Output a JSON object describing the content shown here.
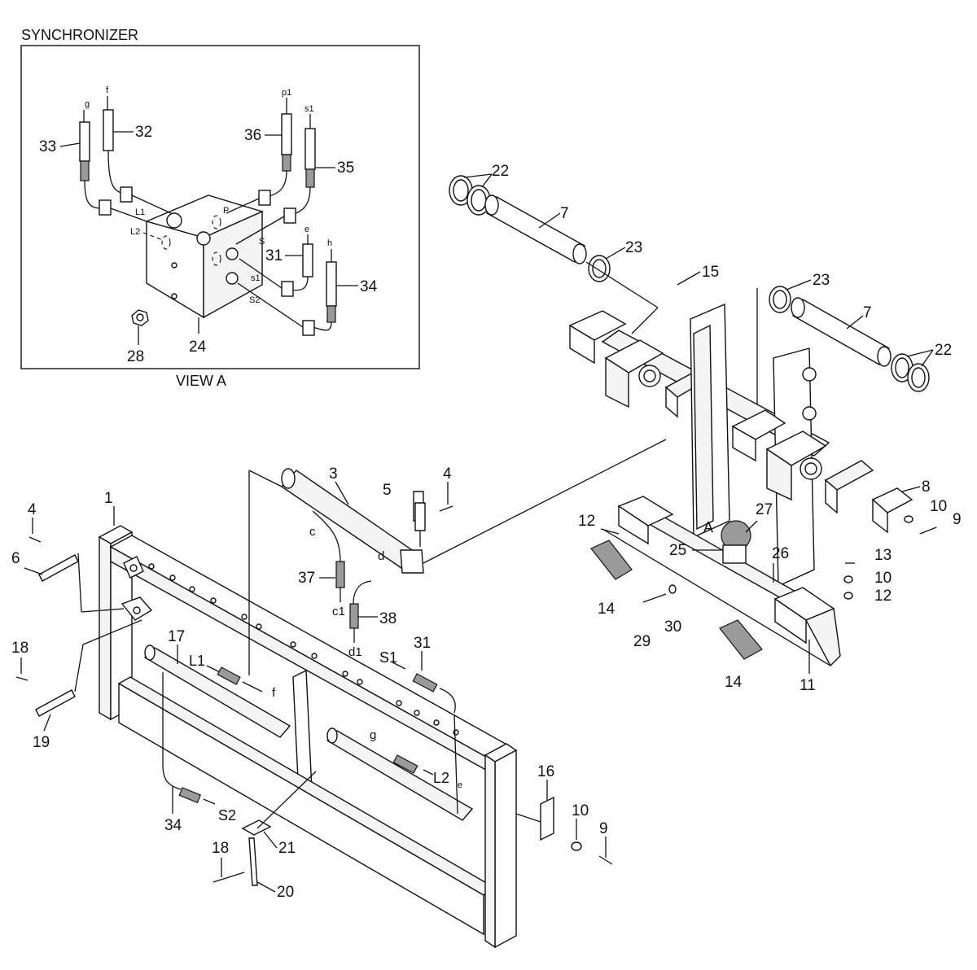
{
  "header": {
    "title": "SYNCHRONIZER"
  },
  "view": {
    "caption": "VIEW A"
  },
  "inset_labels": {
    "items": [
      "33",
      "32",
      "36",
      "35",
      "31",
      "34",
      "24",
      "28"
    ],
    "hose_ends": [
      "g",
      "f",
      "p1",
      "s1",
      "e",
      "h"
    ],
    "ports": [
      "L1",
      "L2",
      "P",
      "S",
      "s1",
      "S2"
    ]
  },
  "main_labels": {
    "items": [
      "22",
      "7",
      "23",
      "15",
      "23",
      "7",
      "22",
      "8",
      "10",
      "9",
      "12",
      "27",
      "25",
      "26",
      "13",
      "10",
      "12",
      "14",
      "29",
      "30",
      "14",
      "11",
      "3",
      "5",
      "4",
      "37",
      "38",
      "31",
      "4",
      "6",
      "1",
      "17",
      "18",
      "19",
      "16",
      "10",
      "9",
      "34",
      "21",
      "18",
      "20"
    ],
    "letters": [
      "A",
      "c",
      "d",
      "c1",
      "d1",
      "L1",
      "f",
      "S1",
      "g",
      "L2",
      "e",
      "S2"
    ]
  }
}
